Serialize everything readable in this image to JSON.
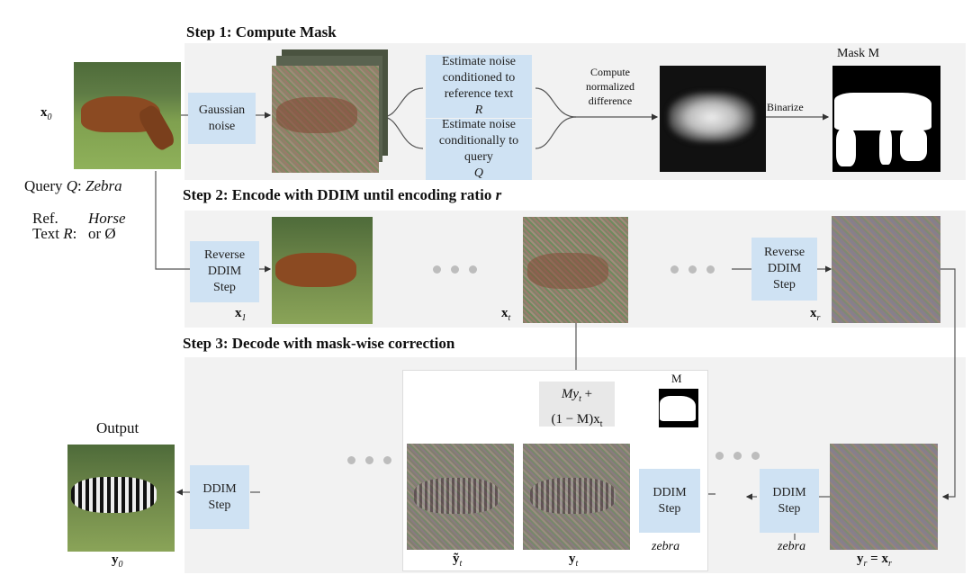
{
  "figure": {
    "steps": [
      {
        "title": "Step 1: Compute Mask"
      },
      {
        "title": "Step 2: Encode with DDIM until encoding ratio ",
        "title_var": "r"
      },
      {
        "title": "Step 3: Decode with mask-wise correction"
      }
    ],
    "inputs": {
      "x0_label": "x",
      "x0_sub": "0",
      "query_prefix": "Query ",
      "query_var": "Q",
      "query_colon": ": ",
      "query_value": "Zebra",
      "ref_line1_label": "Ref.",
      "ref_line1_value": "Horse",
      "ref_line2_label": "Text ",
      "ref_line2_var": "R",
      "ref_line2_colon": ":",
      "ref_line2_value": "or Ø"
    },
    "step1": {
      "gaussian_box": [
        "Gaussian",
        "noise"
      ],
      "estimate_ref_box": [
        "Estimate noise",
        "conditioned to",
        "reference text "
      ],
      "estimate_ref_var": "R",
      "estimate_query_box": [
        "Estimate noise",
        "conditionally to",
        "query "
      ],
      "estimate_query_var": "Q",
      "compute_label": [
        "Compute",
        "normalized",
        "difference"
      ],
      "binarize_label": "Binarize",
      "mask_label": "Mask M"
    },
    "step2": {
      "reverse_box_1": [
        "Reverse",
        "DDIM",
        "Step"
      ],
      "reverse_box_2": [
        "Reverse",
        "DDIM",
        "Step"
      ],
      "x1_label": "x",
      "x1_sub": "1",
      "xt_label": "x",
      "xt_sub": "t",
      "xr_label": "x",
      "xr_sub": "r"
    },
    "step3": {
      "formula_line1": "My",
      "formula_line1_sub": "t",
      "formula_line1_tail": " +",
      "formula_line2": "(1 − M)x",
      "formula_line2_sub": "t",
      "mask_small_label": "M",
      "ddim_box_output": [
        "DDIM",
        "Step"
      ],
      "ddim_box_inner": [
        "DDIM",
        "Step"
      ],
      "ddim_box_right": [
        "DDIM",
        "Step"
      ],
      "zebra_label_inner": "zebra",
      "zebra_label_right": "zebra",
      "yt_tilde_label": "ỹ",
      "yt_tilde_sub": "t",
      "yt_label": "y",
      "yt_sub": "t",
      "yr_label": "y",
      "yr_sub": "r",
      "yr_eq": " = x",
      "yr_eq_sub": "r",
      "output_title": "Output",
      "y0_label": "y",
      "y0_sub": "0"
    },
    "colors": {
      "panel_bg": "#f2f2f2",
      "box_fill": "#cfe2f3",
      "formula_fill": "#e8e8e8",
      "dots": "#bdbdbd",
      "wire": "#555555"
    }
  }
}
